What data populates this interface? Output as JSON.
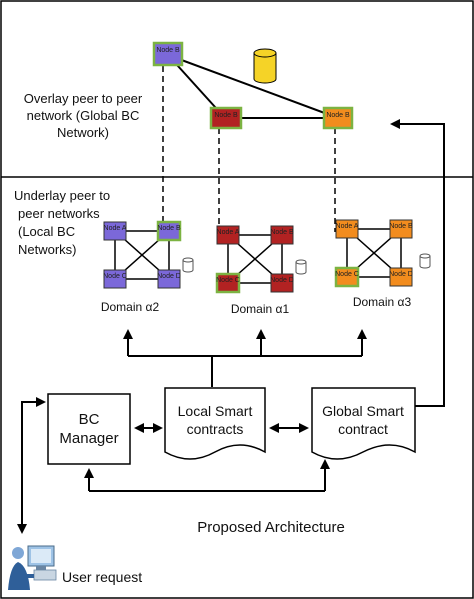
{
  "overlay_label": [
    "Overlay peer to peer",
    "network (Global BC",
    "Network)"
  ],
  "underlay_label": [
    "Underlay peer to",
    "peer networks",
    "(Local BC",
    "Networks)"
  ],
  "overlay_nodes": [
    {
      "label": "Node B",
      "color": "#7B68D9"
    },
    {
      "label": "Node B",
      "color": "#B22222"
    },
    {
      "label": "Node B",
      "color": "#F28C1E"
    }
  ],
  "domains": [
    {
      "label": "Domain α2",
      "color": "#7B68D9",
      "node_text": [
        "Node A",
        "Node B",
        "Node C",
        "Node D"
      ]
    },
    {
      "label": "Domain α1",
      "color": "#B22222",
      "node_text": [
        "Node A",
        "Node B",
        "Node C",
        "Node D"
      ]
    },
    {
      "label": "Domain α3",
      "color": "#F28C1E",
      "node_text": [
        "Node A",
        "Node B",
        "Node C",
        "Node D"
      ]
    }
  ],
  "boxes": {
    "bc_manager": [
      "BC",
      "Manager"
    ],
    "local_contracts": [
      "Local Smart",
      "contracts"
    ],
    "global_contract": [
      "Global Smart",
      "contract"
    ]
  },
  "caption": "Proposed Architecture",
  "user_request": "User request",
  "colors": {
    "highlight_border": "#7CB342",
    "database": "#F5D327"
  }
}
